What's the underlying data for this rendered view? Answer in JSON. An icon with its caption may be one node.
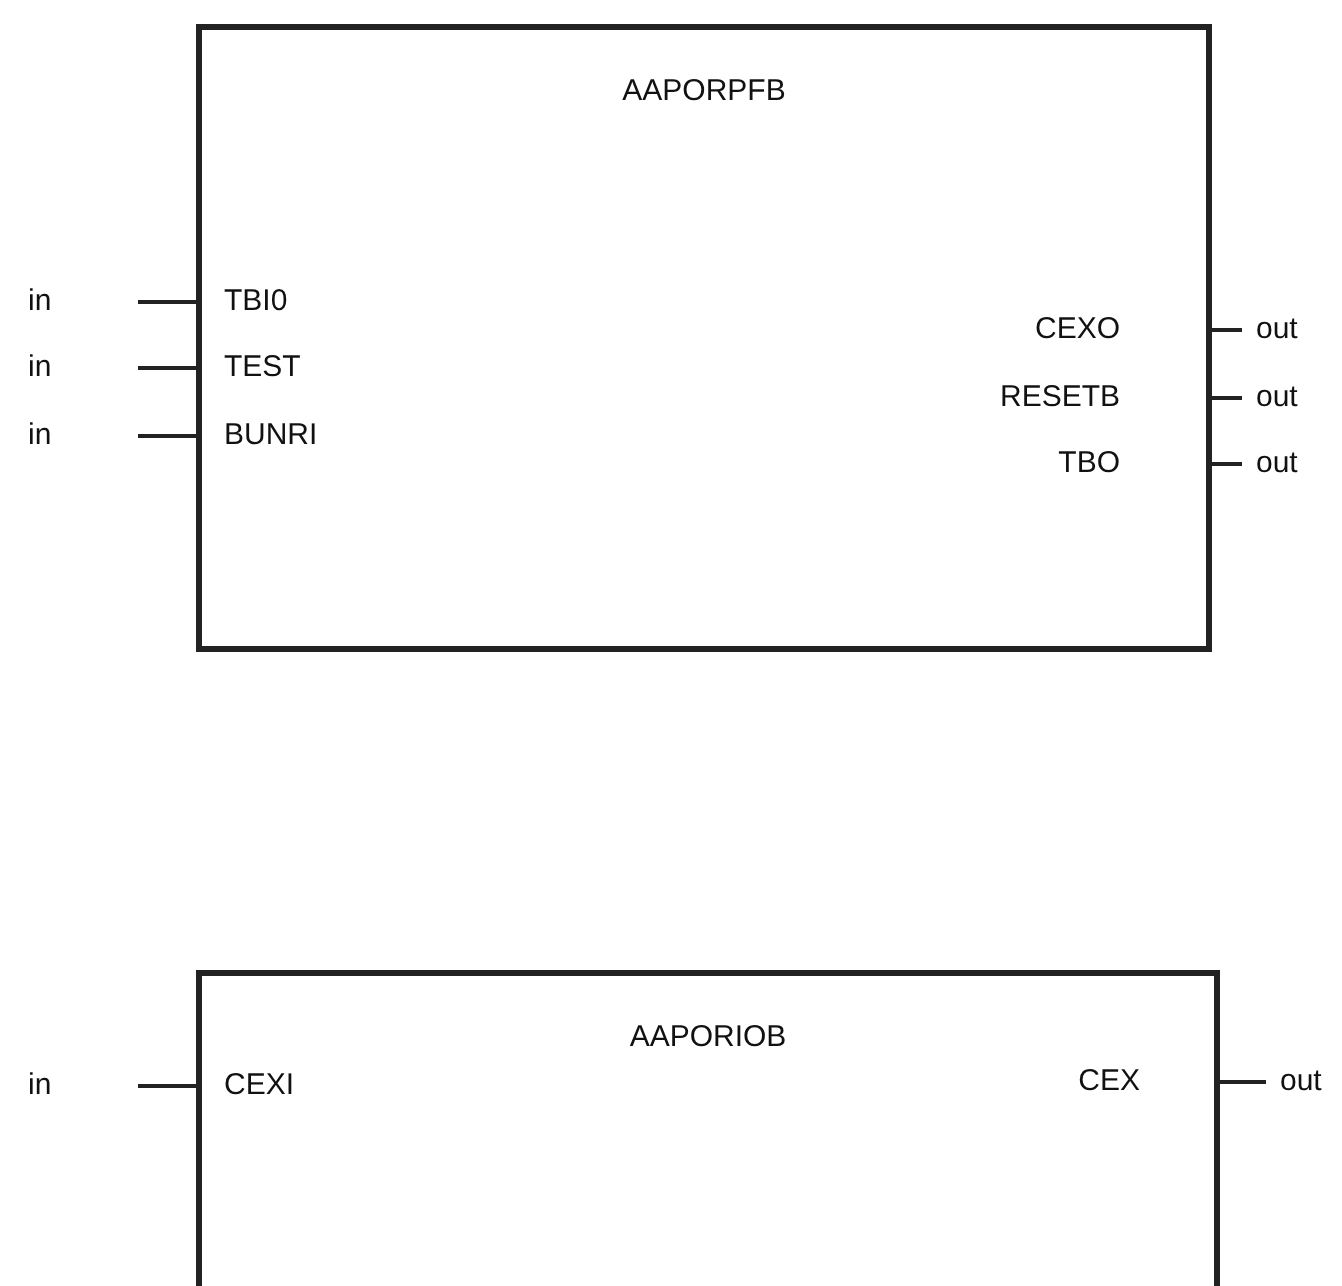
{
  "diagram": {
    "nodes": [
      {
        "text": [
          "AAPORPFB"
        ]
      },
      {
        "text": [
          "AAPORIOB"
        ]
      }
    ],
    "labels": [
      "in",
      "TBI0",
      "CEXO",
      "out",
      "in",
      "TEST",
      "RESETB",
      "out",
      "in",
      "BUNRI",
      "TBO",
      "out",
      "in",
      "CEXI",
      "CEX",
      "out"
    ]
  }
}
